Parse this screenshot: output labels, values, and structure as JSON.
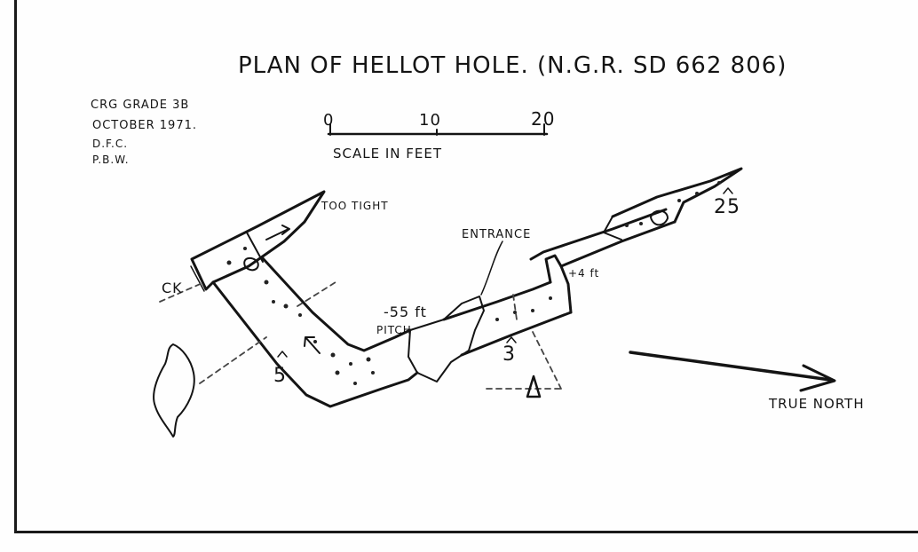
{
  "title": "PLAN OF HELLOT HOLE. (N.G.R. SD 662 806)",
  "info": {
    "grade": "CRG GRADE 3B",
    "date": "OCTOBER 1971.",
    "surveyor1": "D.F.C.",
    "surveyor2": "P.B.W."
  },
  "scale": {
    "tick0": "0",
    "tick1": "10",
    "tick2": "20",
    "label": "SCALE IN FEET"
  },
  "labels": {
    "too_tight": "TOO TIGHT",
    "entrance": "ENTRANCE",
    "pitch_depth": "-55 ft",
    "pitch": "PITCH",
    "ck": "CK",
    "step": "+4 ft",
    "station_5": "5",
    "station_3": "3",
    "station_25": "25",
    "true_north": "TRUE NORTH"
  },
  "colors": {
    "ink": "#141414",
    "paper": "#fefefe"
  }
}
